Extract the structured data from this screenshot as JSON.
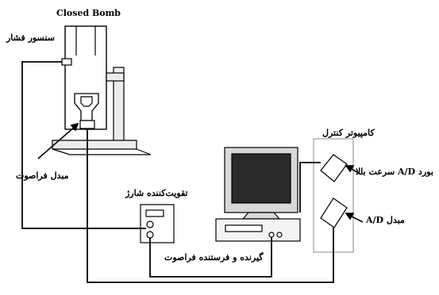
{
  "labels": {
    "closed_bomb": "Closed Bomb",
    "pressure_sensor": "سنسور فشار",
    "ultrasonic_transducer": "مبدل فراصوت",
    "charge_amplifier": "تقویت‌کننده شارژ",
    "control_computer": "کامپیوتر کنترل",
    "high_speed_ad_board": "بورد A/D سرعت بالا",
    "ad_converter": "مبدل A/D",
    "ultrasonic_transceiver": "گیرنده و فرستنده فراصوت"
  },
  "colors": {
    "stroke": "#000000",
    "panel_fill": "#ffffff",
    "panel_stroke": "#8a8a8a",
    "monitor_frame": "#d8d8d8",
    "monitor_screen": "#2a2a2a",
    "bench_fill": "#ececec"
  }
}
